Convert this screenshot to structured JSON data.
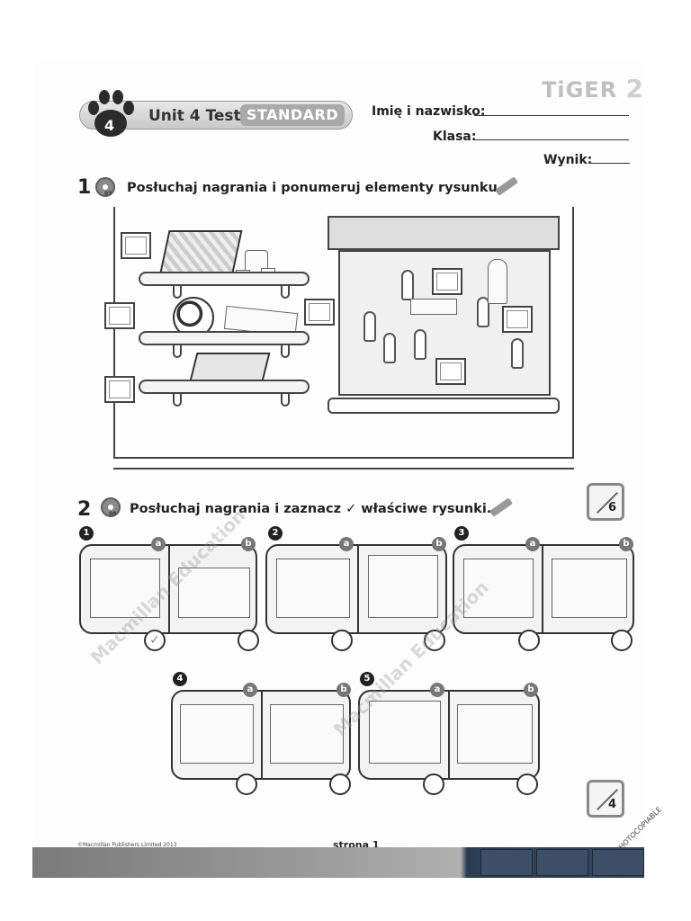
{
  "header": {
    "brand": "TiGER",
    "brand_level": "2",
    "unit_number": "4",
    "unit_title": "Unit 4 Test",
    "unit_level": "STANDARD"
  },
  "student_fields": {
    "name_label": "Imię i nazwisko:",
    "class_label": "Klasa:",
    "score_label": "Wynik:"
  },
  "exercise1": {
    "number": "1",
    "cd_track": "07",
    "instruction": "Posłuchaj nagrania i ponumeruj elementy rysunku."
  },
  "exercise2": {
    "number": "2",
    "cd_track": "08",
    "instruction": "Posłuchaj nagrania i zaznacz ✓ właściwe rysunki.",
    "score_before": "6",
    "items": [
      {
        "number": "1",
        "option_a": "a",
        "option_b": "b",
        "marked_a": "✓"
      },
      {
        "number": "2",
        "option_a": "a",
        "option_b": "b"
      },
      {
        "number": "3",
        "option_a": "a",
        "option_b": "b"
      },
      {
        "number": "4",
        "option_a": "a",
        "option_b": "b"
      },
      {
        "number": "5",
        "option_a": "a",
        "option_b": "b"
      }
    ],
    "score_after": "4"
  },
  "footer": {
    "copyright": "©Macmillan Publishers Limited 2013",
    "page": "strona 1",
    "photocopiable": "PHOTOCOPIABLE"
  },
  "watermark": "Macmillan Education"
}
